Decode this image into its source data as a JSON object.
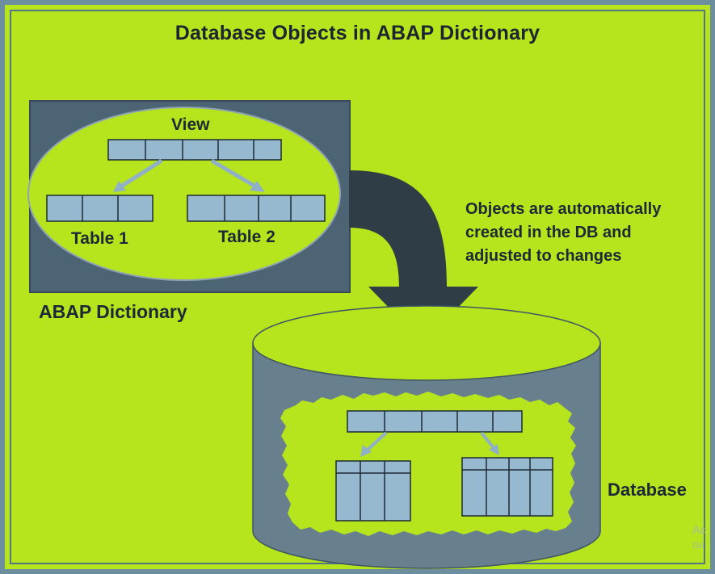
{
  "title": "Database Objects in ABAP Dictionary",
  "dictionary": {
    "label": "ABAP Dictionary",
    "view_label": "View",
    "table1_label": "Table 1",
    "table2_label": "Table 2"
  },
  "caption": {
    "line1": "Objects are automatically",
    "line2": "created in the DB and",
    "line3": "adjusted to changes"
  },
  "database": {
    "label": "Database"
  },
  "watermark": {
    "line1": "Ac",
    "line2": "Go"
  },
  "colors": {
    "background": "#b6e41d",
    "dictionary_box": "#4c6474",
    "ellipse": "#b6e41d",
    "cell": "#97b9cf",
    "arrow": "#2f3f48",
    "cylinder": "#687f8e"
  }
}
